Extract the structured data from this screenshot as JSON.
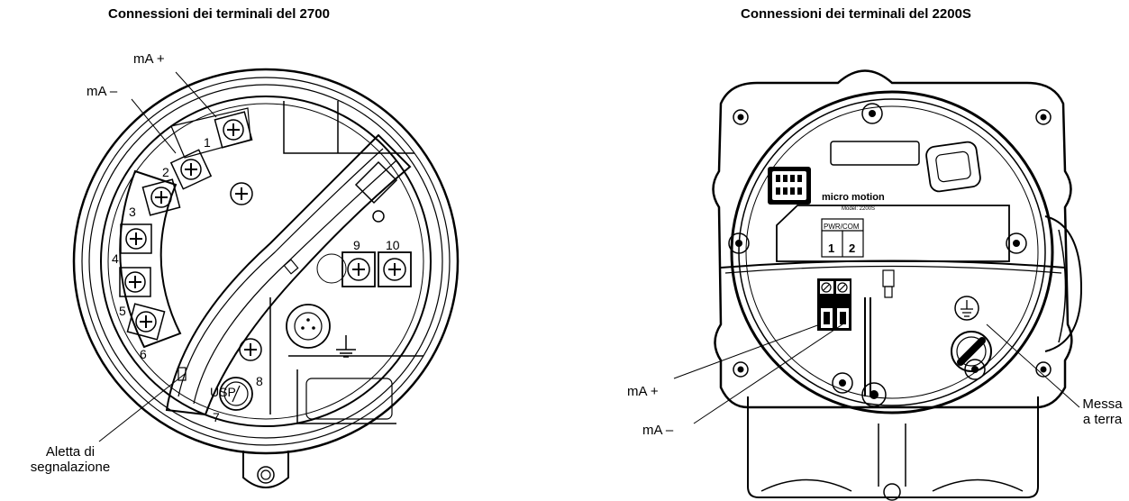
{
  "diagrams": [
    {
      "title": "Connessioni dei terminali del 2700",
      "callouts": {
        "ma_plus": "mA +",
        "ma_minus": "mA –",
        "flag": "Aletta di segnalazione"
      },
      "terminal_numbers": [
        "1",
        "2",
        "3",
        "4",
        "5",
        "6",
        "7",
        "8",
        "9",
        "10"
      ],
      "usp_label": "USP"
    },
    {
      "title": "Connessioni dei terminali del 2200S",
      "callouts": {
        "ma_plus": "mA +",
        "ma_minus": "mA –",
        "ground": "Messa a terra"
      },
      "nameplate": {
        "brand": "micro motion",
        "model": "Model: 2200S",
        "terminal_header": "PWR/COM",
        "terminals": [
          "1",
          "2"
        ]
      }
    }
  ]
}
